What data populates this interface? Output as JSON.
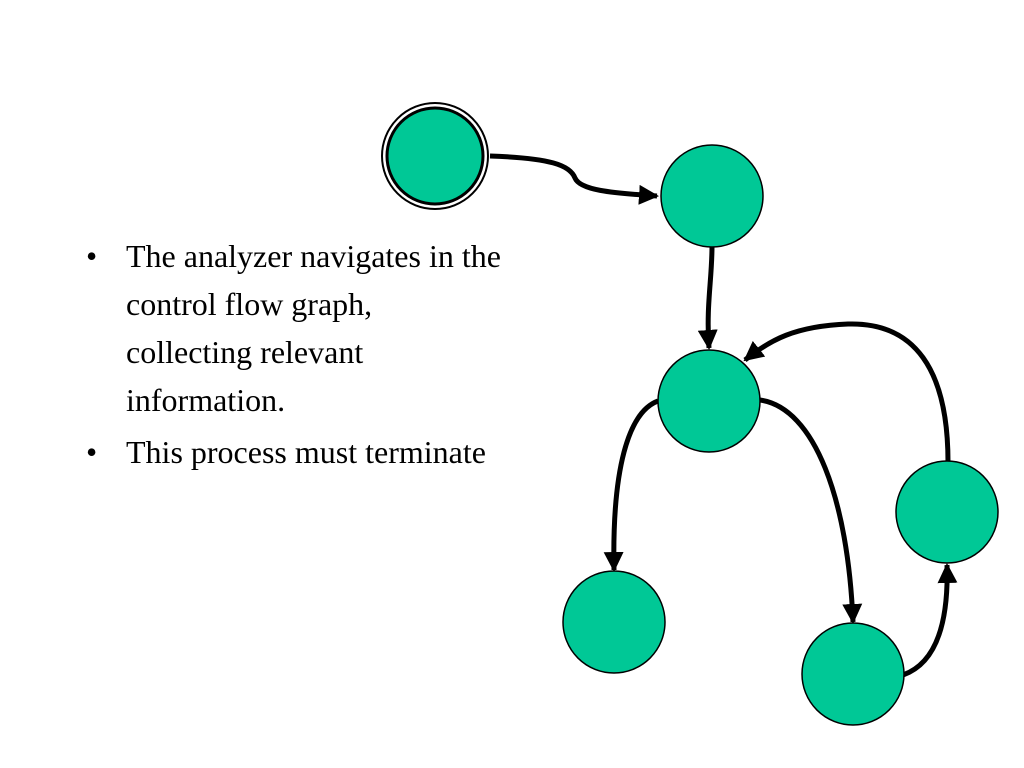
{
  "bullets": [
    {
      "marker": "•",
      "text": "The analyzer navigates in the control flow graph, collecting relevant information."
    },
    {
      "marker": "•",
      "text": "This process must terminate"
    }
  ],
  "graph": {
    "node_color": "#00C896",
    "edge_color": "#000000",
    "nodes": [
      "start",
      "n1",
      "n2",
      "n3",
      "n4",
      "n5"
    ],
    "start_node": "start",
    "edges": [
      {
        "from": "start",
        "to": "n1"
      },
      {
        "from": "n1",
        "to": "n2"
      },
      {
        "from": "n2",
        "to": "n3"
      },
      {
        "from": "n2",
        "to": "n4"
      },
      {
        "from": "n4",
        "to": "n5"
      },
      {
        "from": "n5",
        "to": "n2"
      }
    ]
  }
}
